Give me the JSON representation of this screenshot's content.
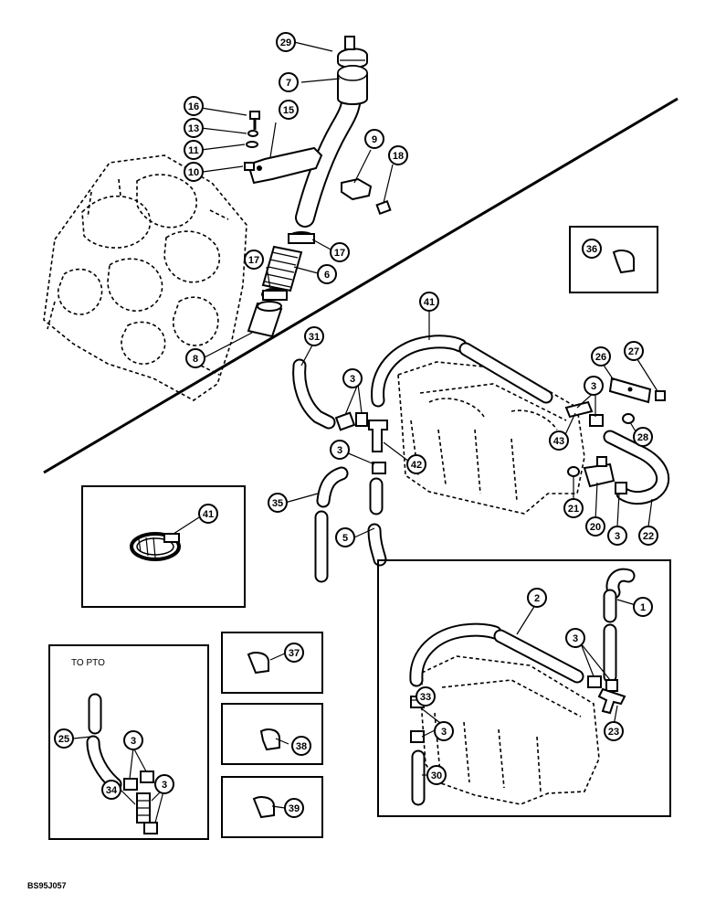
{
  "callouts": [
    {
      "id": "c29",
      "label": "29"
    },
    {
      "id": "c7",
      "label": "7"
    },
    {
      "id": "c16",
      "label": "16"
    },
    {
      "id": "c15",
      "label": "15"
    },
    {
      "id": "c13",
      "label": "13"
    },
    {
      "id": "c11",
      "label": "11"
    },
    {
      "id": "c10",
      "label": "10"
    },
    {
      "id": "c9",
      "label": "9"
    },
    {
      "id": "c18",
      "label": "18"
    },
    {
      "id": "c17a",
      "label": "17"
    },
    {
      "id": "c17b",
      "label": "17"
    },
    {
      "id": "c6",
      "label": "6"
    },
    {
      "id": "c8",
      "label": "8"
    },
    {
      "id": "c36",
      "label": "36"
    },
    {
      "id": "c41a",
      "label": "41"
    },
    {
      "id": "c31",
      "label": "31"
    },
    {
      "id": "c3a",
      "label": "3"
    },
    {
      "id": "c26",
      "label": "26"
    },
    {
      "id": "c27",
      "label": "27"
    },
    {
      "id": "c3b",
      "label": "3"
    },
    {
      "id": "c28",
      "label": "28"
    },
    {
      "id": "c43",
      "label": "43"
    },
    {
      "id": "c3c",
      "label": "3"
    },
    {
      "id": "c42",
      "label": "42"
    },
    {
      "id": "c35",
      "label": "35"
    },
    {
      "id": "c5",
      "label": "5"
    },
    {
      "id": "c41b",
      "label": "41"
    },
    {
      "id": "c21",
      "label": "21"
    },
    {
      "id": "c20",
      "label": "20"
    },
    {
      "id": "c3d",
      "label": "3"
    },
    {
      "id": "c22",
      "label": "22"
    },
    {
      "id": "c2",
      "label": "2"
    },
    {
      "id": "c1",
      "label": "1"
    },
    {
      "id": "c3e",
      "label": "3"
    },
    {
      "id": "c33",
      "label": "33"
    },
    {
      "id": "c3f",
      "label": "3"
    },
    {
      "id": "c23",
      "label": "23"
    },
    {
      "id": "c30",
      "label": "30"
    },
    {
      "id": "c37",
      "label": "37"
    },
    {
      "id": "c38",
      "label": "38"
    },
    {
      "id": "c39",
      "label": "39"
    },
    {
      "id": "c25",
      "label": "25"
    },
    {
      "id": "c3g",
      "label": "3"
    },
    {
      "id": "c3h",
      "label": "3"
    },
    {
      "id": "c34",
      "label": "34"
    }
  ],
  "notes": {
    "to_pto": "TO PTO",
    "figure_code": "BS95J057"
  }
}
